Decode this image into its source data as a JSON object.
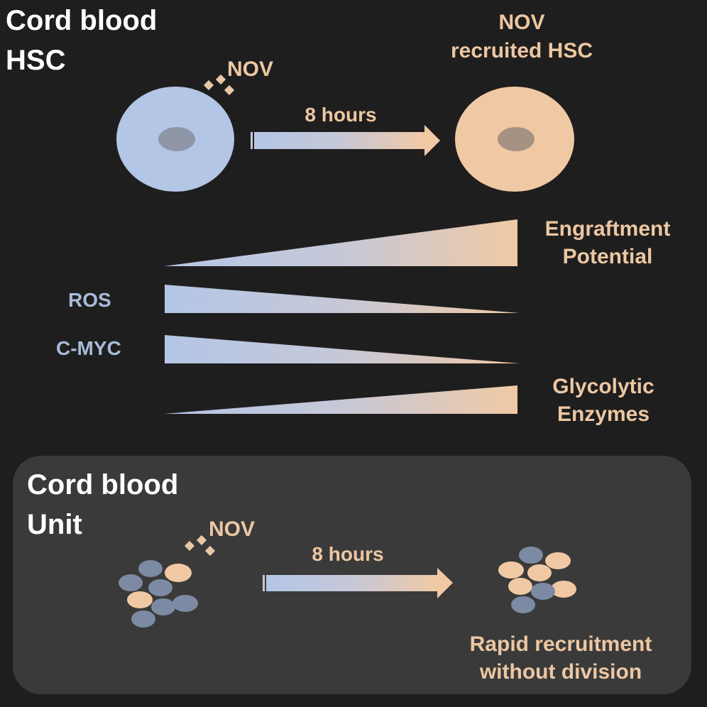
{
  "top": {
    "title_line1": "Cord blood",
    "title_line2": "HSC",
    "compound_label": "NOV",
    "arrow_label": "8 hours",
    "result_label_line1": "NOV",
    "result_label_line2": "recruited HSC"
  },
  "gradients": {
    "engraftment_line1": "Engraftment",
    "engraftment_line2": "Potential",
    "ros": "ROS",
    "cmyc": "C-MYC",
    "glycolytic_line1": "Glycolytic",
    "glycolytic_line2": "Enzymes"
  },
  "bottom": {
    "title_line1": "Cord blood",
    "title_line2": "Unit",
    "compound_label": "NOV",
    "arrow_label": "8 hours",
    "result_line1": "Rapid recruitment",
    "result_line2": "without division"
  },
  "colors": {
    "background": "#1f1e1e",
    "panel": "#3a3a3a",
    "blue": "#b4c6e6",
    "peach": "#f0c9a4",
    "nucleus": "#8e96a8",
    "slate": "#7d8aa3"
  }
}
